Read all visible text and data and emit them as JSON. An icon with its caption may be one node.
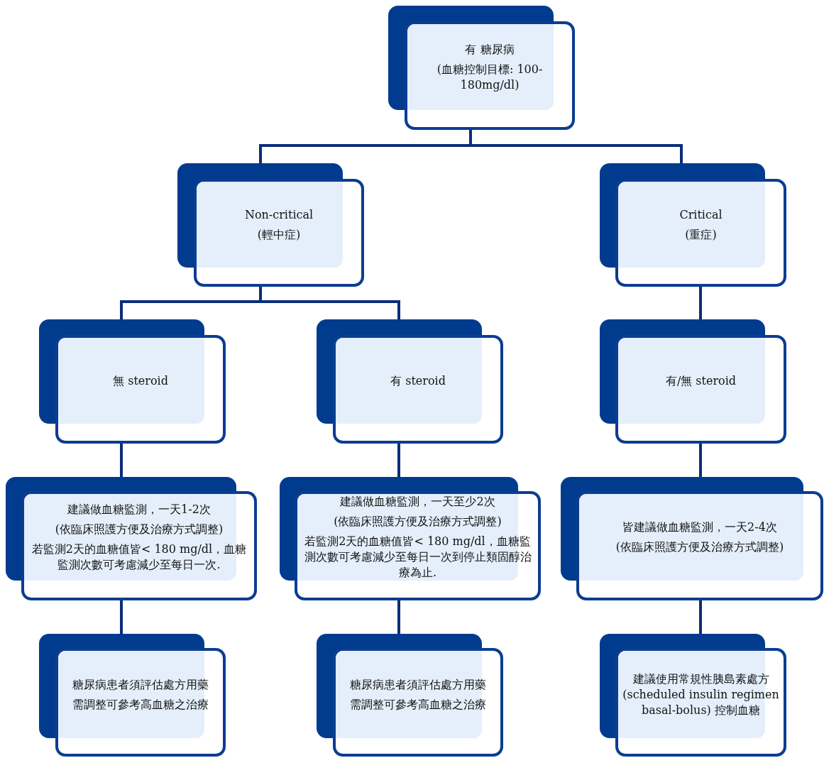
{
  "diagram": {
    "nodes": [
      {
        "text": [
          "有 糖尿病",
          "(血糖控制目標: 100-180mg/dl)"
        ]
      },
      {
        "text": [
          "Non-critical",
          "(輕中症)"
        ]
      },
      {
        "text": [
          "Critical",
          "(重症)"
        ]
      },
      {
        "text": [
          "無 steroid"
        ]
      },
      {
        "text": [
          "有 steroid"
        ]
      },
      {
        "text": [
          "有/無 steroid"
        ]
      },
      {
        "text": [
          "建議做血糖監測，一天1-2次",
          "(依臨床照護方便及治療方式調整)",
          "若監測2天的血糖值皆< 180 mg/dl，血糖監測次數可考慮減少至每日一次."
        ]
      },
      {
        "text": [
          "建議做血糖監測，一天至少2次",
          "(依臨床照護方便及治療方式調整)",
          "若監測2天的血糖值皆< 180 mg/dl，血糖監測次數可考慮減少至每日一次到停止類固醇治療為止."
        ]
      },
      {
        "text": [
          "皆建議做血糖監測，一天2-4次",
          "(依臨床照護方便及治療方式調整)"
        ]
      },
      {
        "text": [
          "糖尿病患者須評估處方用藥",
          "需調整可參考高血糖之治療"
        ]
      },
      {
        "text": [
          "糖尿病患者須評估處方用藥",
          "需調整可參考高血糖之治療"
        ]
      },
      {
        "text": [
          "建議使用常規性胰島素處方(scheduled insulin regimen basal-bolus) 控制血糖"
        ]
      }
    ],
    "edges": [
      {
        "from": 0,
        "to": 1,
        "arrow": "none"
      },
      {
        "from": 0,
        "to": 2,
        "arrow": "none"
      },
      {
        "from": 1,
        "to": 3,
        "arrow": "none"
      },
      {
        "from": 1,
        "to": 4,
        "arrow": "none"
      },
      {
        "from": 2,
        "to": 5,
        "arrow": "none"
      },
      {
        "from": 3,
        "to": 6,
        "arrow": "none"
      },
      {
        "from": 4,
        "to": 7,
        "arrow": "none"
      },
      {
        "from": 5,
        "to": 8,
        "arrow": "none"
      },
      {
        "from": 6,
        "to": 9,
        "arrow": "none"
      },
      {
        "from": 7,
        "to": 10,
        "arrow": "none"
      },
      {
        "from": 8,
        "to": 11,
        "arrow": "none"
      }
    ]
  }
}
